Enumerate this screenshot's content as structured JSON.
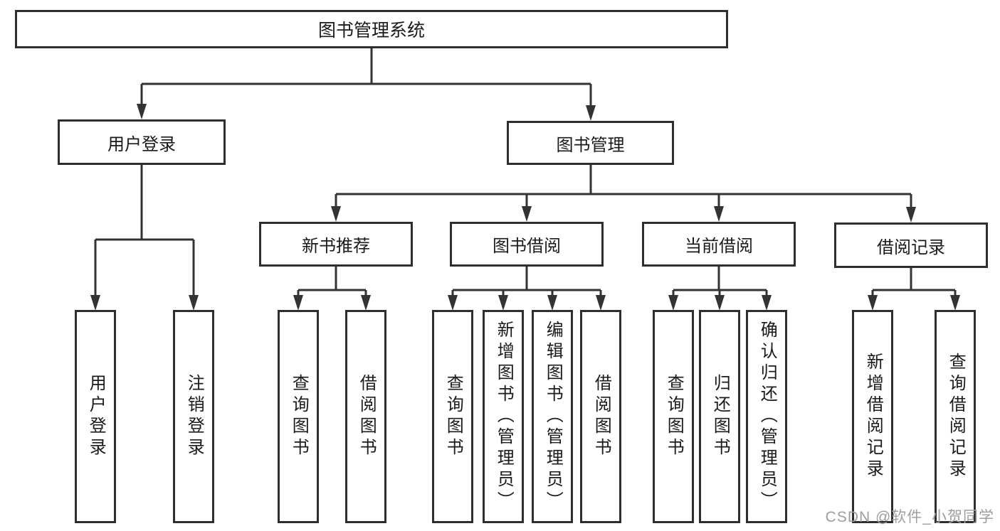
{
  "nodes": {
    "root": "图书管理系统",
    "user_login": "用户登录",
    "book_mgmt": "图书管理",
    "new_book_rec": "新书推荐",
    "book_borrow": "图书借阅",
    "current_borrow": "当前借阅",
    "borrow_record": "借阅记录",
    "leaf_user_login": "用户登录",
    "leaf_logout": "注销登录",
    "leaf_nbr_query": "查询图书",
    "leaf_nbr_borrow": "借阅图书",
    "leaf_bb_query": "查询图书",
    "leaf_bb_add": "新增图书（管理员）",
    "leaf_bb_edit": "编辑图书（管理员）",
    "leaf_bb_borrow": "借阅图书",
    "leaf_cb_query": "查询图书",
    "leaf_cb_return": "归还图书",
    "leaf_cb_confirm": "确认归还（管理员）",
    "leaf_br_add": "新增借阅记录",
    "leaf_br_query": "查询借阅记录"
  },
  "watermark": {
    "text": "CSDN @软件_小贺同学"
  },
  "colors": {
    "line": "#333333",
    "box_border": "#2e2e2e",
    "text": "#1a1a1a",
    "watermark": "#9e9e9e",
    "background": "#ffffff"
  }
}
